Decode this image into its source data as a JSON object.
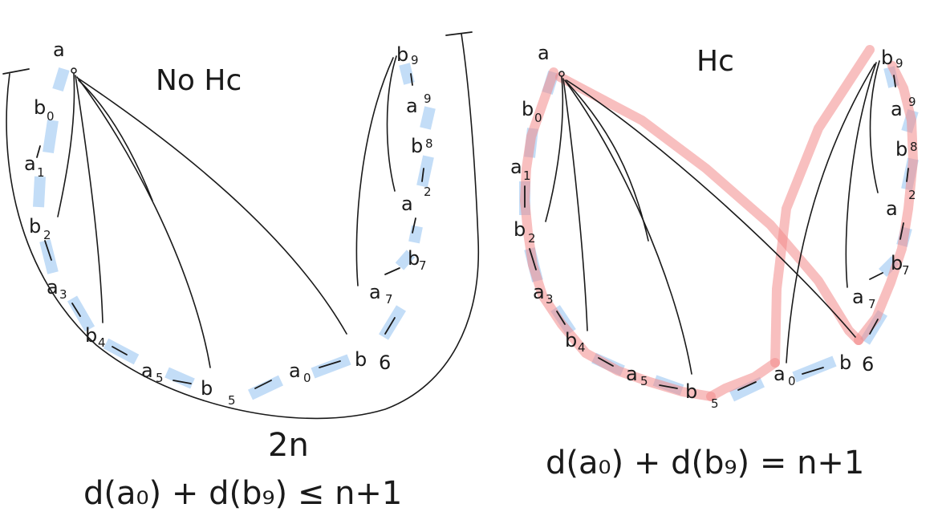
{
  "left_panel": {
    "title": "No Hc",
    "bottom_label": "2n",
    "equation": "d(a₀) + d(b₉) ≤ n+1",
    "labels": {
      "a": "a",
      "b0": "b",
      "b0_sub": "0",
      "a1": "a",
      "a1_sub": "1",
      "b2": "b",
      "b2_sub": "2",
      "a3": "a",
      "a3_sub": "3",
      "b4": "b",
      "b4_sub": "4",
      "a5": "a",
      "a5_sub": "5",
      "b5": "b",
      "b5_sub": "5",
      "a0": "a",
      "a0_sub": "0",
      "b6": "b",
      "b6_num": "6",
      "a7": "a",
      "a7_sub": "7",
      "b7": "b",
      "b7_sub": "7",
      "a2": "a",
      "a2_sub": "2",
      "b8": "b",
      "b8_sub": "8",
      "a9": "a",
      "a9_sub": "9",
      "b9": "b",
      "b9_sub": "9",
      "T_left": "T",
      "T_right": "T"
    }
  },
  "right_panel": {
    "title": "Hc",
    "equation": "d(a₀) + d(b₉) = n+1",
    "labels": {
      "a": "a",
      "b0": "b",
      "b0_sub": "0",
      "a1": "a",
      "a1_sub": "1",
      "b2": "b",
      "b2_sub": "2",
      "a3": "a",
      "a3_sub": "3",
      "b4": "b",
      "b4_sub": "4",
      "a5": "a",
      "a5_sub": "5",
      "b5": "b",
      "b5_sub": "5",
      "a0": "a",
      "a0_sub": "0",
      "b6": "b",
      "b6_num": "6",
      "a7": "a",
      "a7_sub": "7",
      "b7": "b",
      "b7_sub": "7",
      "a2": "a",
      "a2_sub": "2",
      "b8": "b",
      "b8_sub": "8",
      "a9": "a",
      "a9_sub": "9",
      "b9": "b",
      "b9_sub": "9"
    }
  },
  "colors": {
    "ink": "#1a1a1a",
    "blue_highlight": "#9ec8f2",
    "red_highlight": "#f28b8b"
  }
}
